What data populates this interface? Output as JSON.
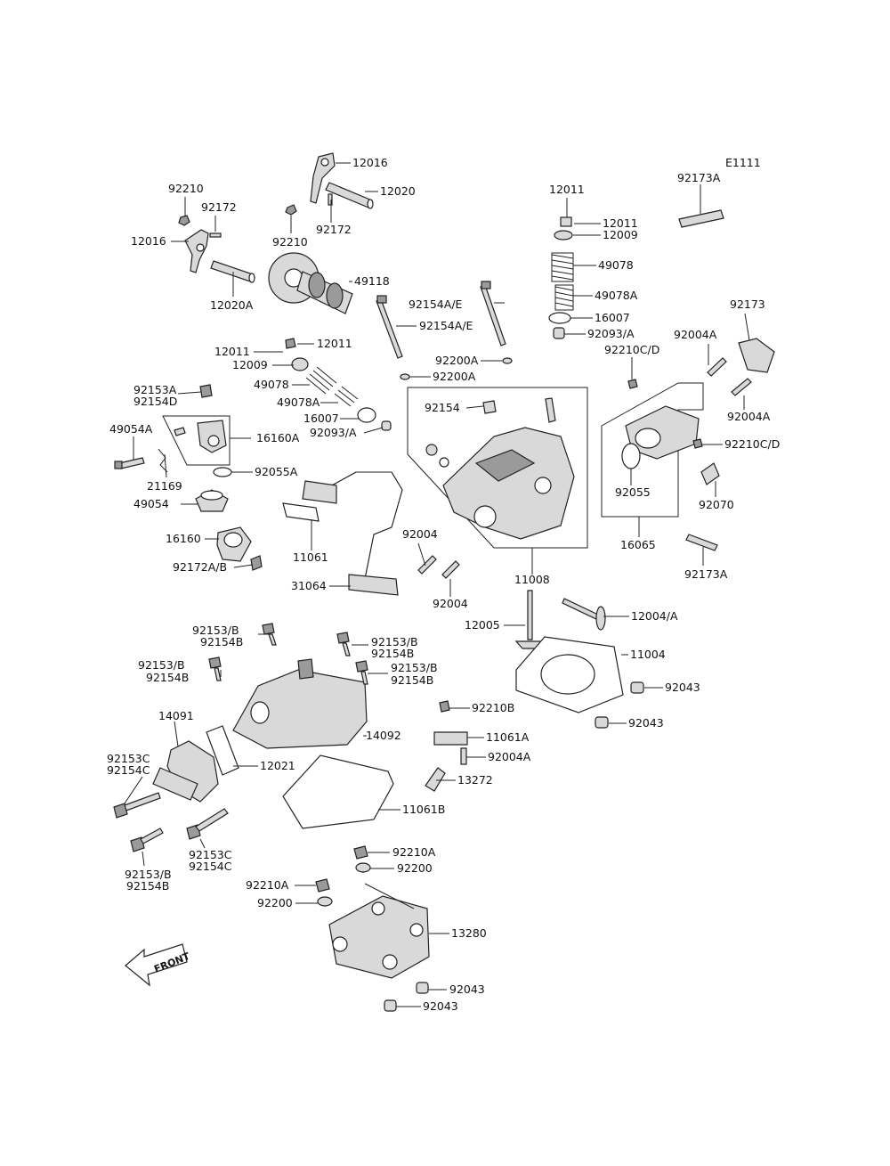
{
  "diagram_code": "E1111",
  "front_label": "FRONT",
  "labels": [
    "12016",
    "12020",
    "92172",
    "92210",
    "92210",
    "92172",
    "12016",
    "12020A",
    "49118",
    "12011",
    "12011",
    "12009",
    "49078",
    "49078A",
    "16007",
    "92093/A",
    "92173A",
    "92154A/E",
    "92154A/E",
    "12011",
    "12011",
    "12009",
    "49078",
    "49078A",
    "16007",
    "92093/A",
    "92200A",
    "92200A",
    "92153A",
    "92154D",
    "49054A",
    "16160A",
    "21169",
    "92055A",
    "49054",
    "16160",
    "92172A/B",
    "92154",
    "92173",
    "92004A",
    "92210C/D",
    "92004A",
    "92210C/D",
    "92055",
    "92070",
    "16065",
    "92173A",
    "11061",
    "31064",
    "92004",
    "92004",
    "11008",
    "12005",
    "12004/A",
    "11004",
    "92043",
    "92043",
    "92153/B",
    "92154B",
    "92153/B",
    "92154B",
    "92153/B",
    "92154B",
    "92153/B",
    "92154B",
    "14091",
    "14092",
    "92210B",
    "11061A",
    "92004A",
    "92153C",
    "92154C",
    "12021",
    "13272",
    "11061B",
    "92153C",
    "92154C",
    "92153/B",
    "92154B",
    "92210A",
    "92200",
    "92210A",
    "92200",
    "13280",
    "92043",
    "92043"
  ]
}
